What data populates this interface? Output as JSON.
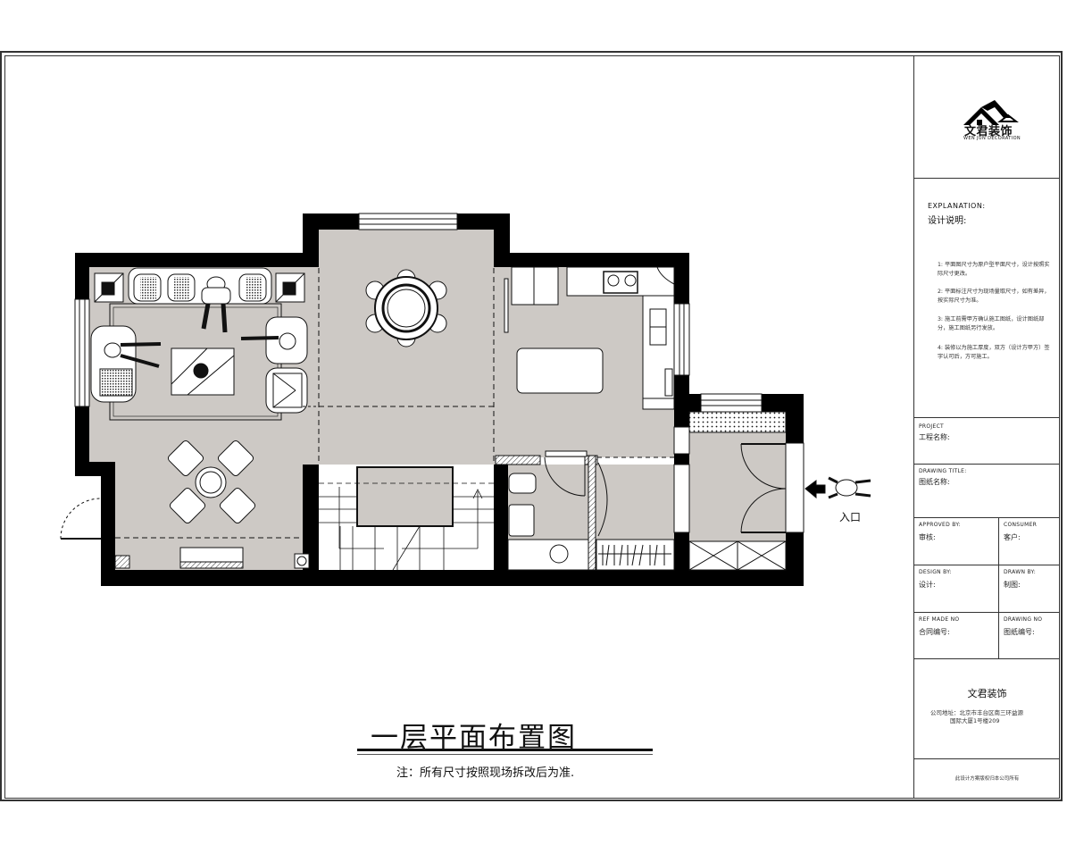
{
  "drawing": {
    "title": "一层平面布置图",
    "note": "注：所有尺寸按照现场拆改后为准.",
    "entry_label": "入口"
  },
  "colors": {
    "wall": "#000000",
    "floor": "#cdc9c5",
    "line": "#111111",
    "paper": "#ffffff"
  },
  "plan": {
    "rooms": [
      {
        "name": "living-room",
        "furniture": [
          "sofa",
          "armchair",
          "coffee-table",
          "side-tables",
          "rug",
          "tv-cabinet"
        ]
      },
      {
        "name": "tea-area",
        "furniture": [
          "round-table",
          "4-chairs"
        ]
      },
      {
        "name": "dining-room",
        "furniture": [
          "round-dining-table",
          "6-chairs"
        ]
      },
      {
        "name": "kitchen",
        "furniture": [
          "island",
          "stove",
          "double-sink",
          "refrigerator",
          "counter"
        ]
      },
      {
        "name": "staircase"
      },
      {
        "name": "bathroom",
        "furniture": [
          "toilet",
          "washing-machine",
          "basin"
        ]
      },
      {
        "name": "closet",
        "furniture": [
          "hanging-rail"
        ]
      },
      {
        "name": "entrance-hall",
        "furniture": [
          "double-door",
          "shoe-cabinet",
          "doormat"
        ]
      }
    ]
  },
  "titleblock": {
    "logo": {
      "name": "文君装饰",
      "subtitle": "WEN JUN DECORATION"
    },
    "explanation": {
      "title_en": "EXPLANATION:",
      "title_cn": "设计说明:",
      "notes": [
        "1: 平面图尺寸为原户型平面尺寸，设计按照实际尺寸更改。",
        "2: 平面标注尺寸为现场量取尺寸，如有差异，按实际尺寸为准。",
        "3: 施工前需甲方确认施工图纸，设计图纸部分，施工图纸另行发放。",
        "4: 装修以为施工厚度，双方（设计方甲方）签字认可后，方可施工。"
      ]
    },
    "project": {
      "label_en": "PROJECT",
      "label_cn": "工程名称:",
      "value": ""
    },
    "drawing_title": {
      "label_en": "DRAWING TITLE:",
      "label_cn": "图纸名称:",
      "value": ""
    },
    "approved_by": {
      "label_en": "APPROVED BY:",
      "label_cn": "审核:"
    },
    "consumer": {
      "label_en": "CONSUMER",
      "label_cn": "客户:"
    },
    "design_by": {
      "label_en": "DESIGN BY:",
      "label_cn": "设计:"
    },
    "drawn_by": {
      "label_en": "DRAWN BY:",
      "label_cn": "制图:"
    },
    "ref_no": {
      "label_en": "REF MADE NO",
      "label_cn": "合同编号:"
    },
    "drawing_no": {
      "label_en": "DRAWING NO",
      "label_cn": "图纸编号:"
    },
    "company": {
      "name": "文君装饰",
      "address_line1": "公司地址：北京市丰台区南三环益源",
      "address_line2": "国际大厦1号楼209"
    },
    "footer": "此设计方案版权归本公司所有"
  }
}
